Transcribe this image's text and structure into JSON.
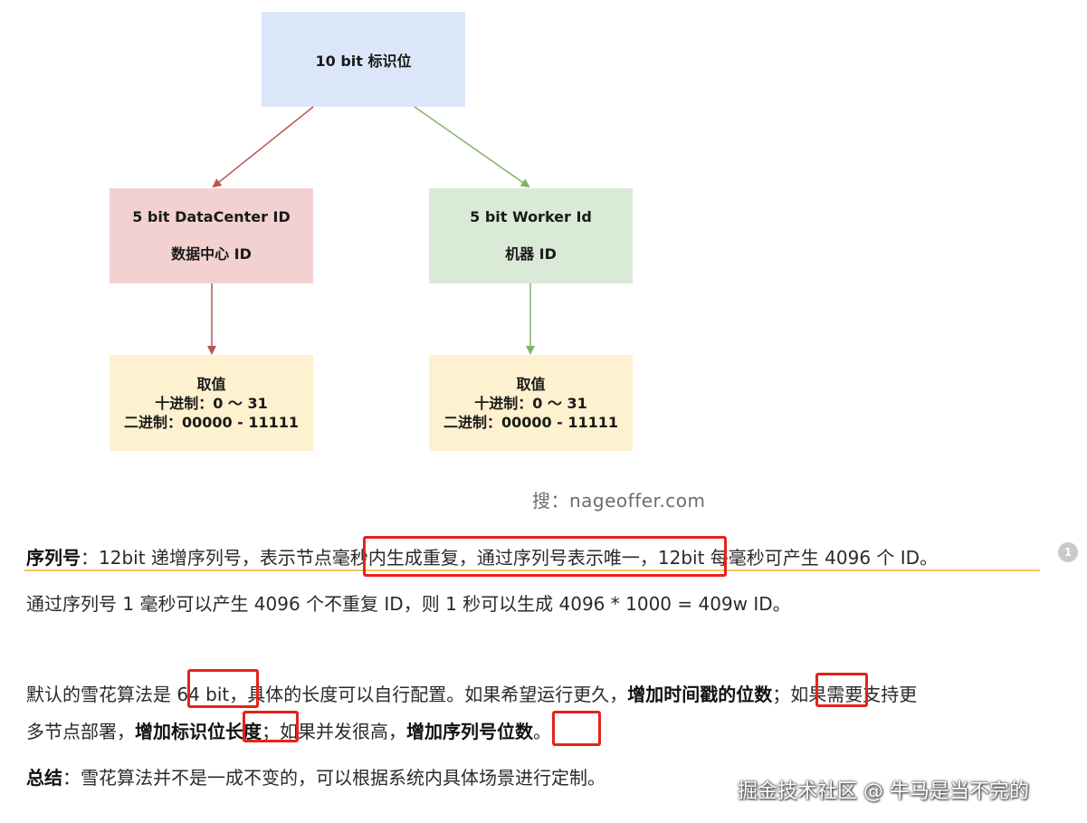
{
  "diagram": {
    "root": {
      "label": "10 bit 标识位"
    },
    "datacenter": {
      "title": "5 bit DataCenter ID",
      "subtitle": "数据中心 ID"
    },
    "worker": {
      "title": "5 bit Worker Id",
      "subtitle": "机器 ID"
    },
    "range_left": {
      "line1": "取值",
      "line2": "十进制：0 ～ 31",
      "line3": "二进制：00000 - 11111"
    },
    "range_right": {
      "line1": "取值",
      "line2": "十进制：0 ～ 31",
      "line3": "二进制：00000 - 11111"
    },
    "watermark": "搜：nageoffer.com",
    "colors": {
      "root_fill": "#dbe7f8",
      "datacenter_fill": "#f3d1d1",
      "worker_fill": "#d9ead7",
      "range_fill": "#fdf1cf",
      "red_arrow": "#b85450",
      "green_arrow": "#82b366"
    }
  },
  "article": {
    "p1": {
      "term": "序列号",
      "a": "：12bit 递增序列号，表示节点",
      "b": "毫秒内生成重复，通过序列号表示唯一，",
      "c": "12bit 每毫秒可产生 4096 个 ID。"
    },
    "p2": {
      "text": "通过序列号 1 毫秒可以产生 4096 个不重复 ID，则 1 秒可以生成 4096 * 1000 = 409w ID。"
    },
    "p3": {
      "a": "默认的雪花算法是 ",
      "b": "64 bit",
      "c": "，具体的长度可以自行配置。如果希望运行更久，",
      "d": "增加时间戳的位数",
      "e": "；如果需要支持更"
    },
    "p4": {
      "a": "多节点部署，",
      "b": "增加标识位长度",
      "c": "；如果并发很高，",
      "d": "增加序列号位数",
      "e": "。"
    },
    "p5": {
      "term": "总结",
      "text": "：雪花算法并不是一成不变的，可以根据系统内具体场景进行定制。"
    }
  },
  "comment_badge": {
    "count": "1"
  },
  "credit": "掘金技术社区 @ 牛马是当不完的",
  "highlight_color": "#e6221b"
}
